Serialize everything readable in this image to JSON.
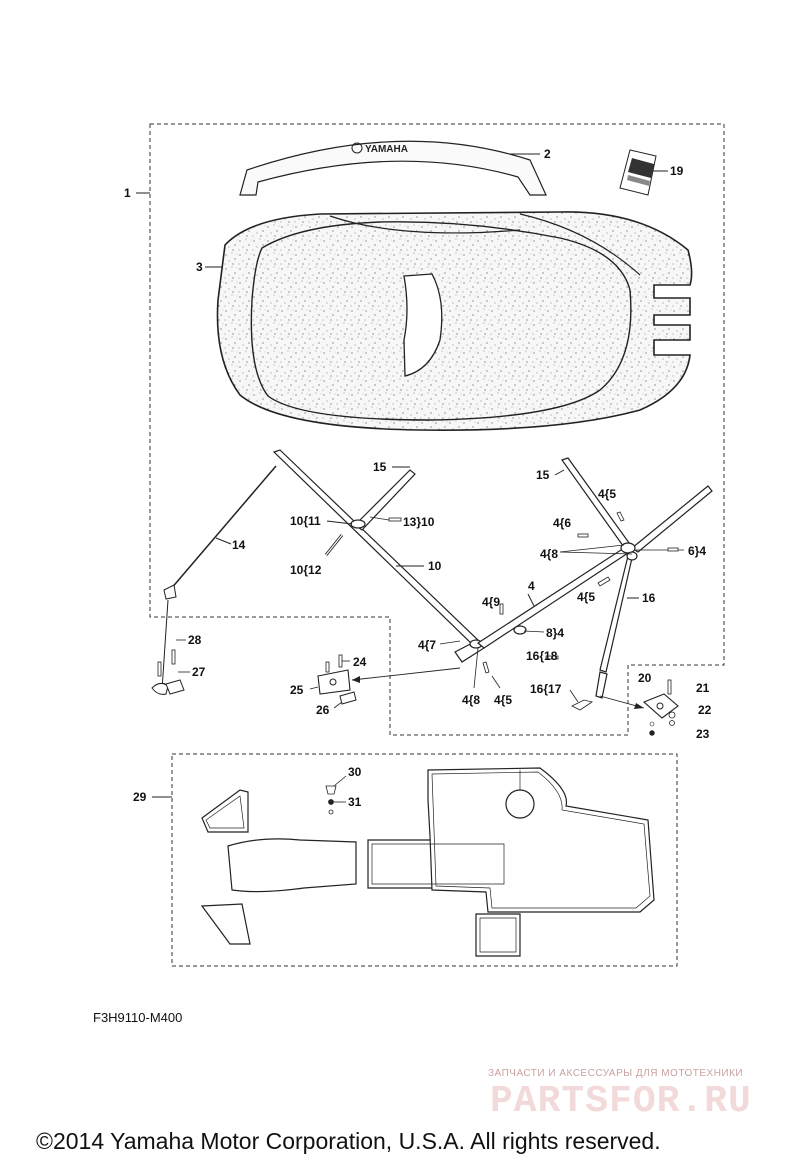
{
  "diagram": {
    "logo_text": "YAMAHA",
    "callouts": {
      "c1": "1",
      "c2": "2",
      "c3": "3",
      "c19": "19",
      "c15a": "15",
      "c14": "14",
      "c10_11": "10{11",
      "c13_10": "13}10",
      "c10_12": "10{12",
      "c10": "10",
      "c15b": "15",
      "c4_5a": "4{5",
      "c4_6": "4{6",
      "c4_8a": "4{8",
      "c6_4": "6}4",
      "c4": "4",
      "c4_5b": "4{5",
      "c16": "16",
      "c4_9": "4{9",
      "c8_4": "8}4",
      "c4_7": "4{7",
      "c16_18": "16{18",
      "c4_8b": "4{8",
      "c4_5c": "4{5",
      "c16_17": "16{17",
      "c28": "28",
      "c27": "27",
      "c24": "24",
      "c25": "25",
      "c26": "26",
      "c20": "20",
      "c21": "21",
      "c22": "22",
      "c23": "23",
      "c30": "30",
      "c31": "31",
      "c29": "29"
    }
  },
  "footer": {
    "part_code": "F3H9110-M400",
    "watermark_small": "ЗАПЧАСТИ И АКСЕССУАРЫ ДЛЯ МОТОТЕХНИКИ",
    "watermark_big": "PARTSFOR.RU",
    "copyright": "©2014 Yamaha Motor Corporation, U.S.A. All rights reserved."
  }
}
